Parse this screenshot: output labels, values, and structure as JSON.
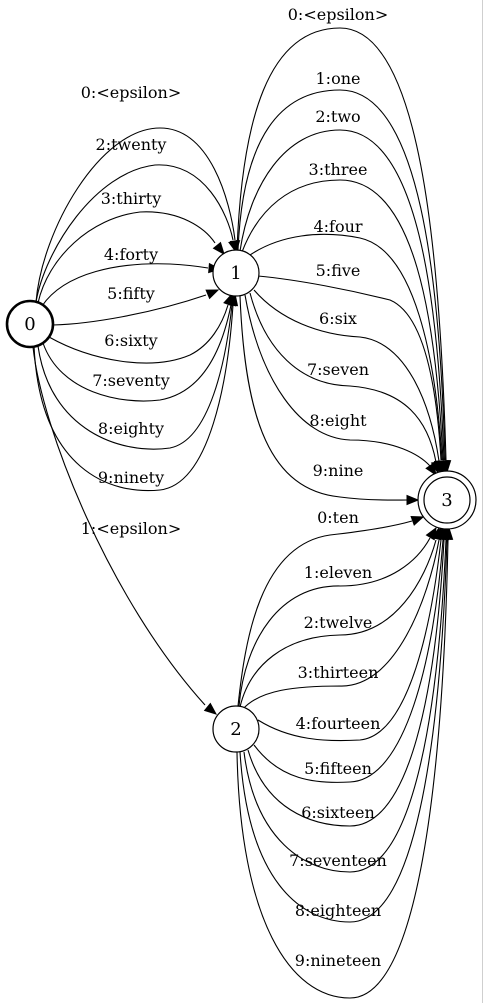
{
  "states": [
    {
      "id": "0",
      "label": "0",
      "start": true,
      "final": false
    },
    {
      "id": "1",
      "label": "1",
      "start": false,
      "final": false
    },
    {
      "id": "2",
      "label": "2",
      "start": false,
      "final": false
    },
    {
      "id": "3",
      "label": "3",
      "start": false,
      "final": true
    }
  ],
  "arcs": [
    {
      "from": "0",
      "to": "1",
      "label": "0:<epsilon>"
    },
    {
      "from": "0",
      "to": "1",
      "label": "2:twenty"
    },
    {
      "from": "0",
      "to": "1",
      "label": "3:thirty"
    },
    {
      "from": "0",
      "to": "1",
      "label": "4:forty"
    },
    {
      "from": "0",
      "to": "1",
      "label": "5:fifty"
    },
    {
      "from": "0",
      "to": "1",
      "label": "6:sixty"
    },
    {
      "from": "0",
      "to": "1",
      "label": "7:seventy"
    },
    {
      "from": "0",
      "to": "1",
      "label": "8:eighty"
    },
    {
      "from": "0",
      "to": "1",
      "label": "9:ninety"
    },
    {
      "from": "0",
      "to": "2",
      "label": "1:<epsilon>"
    },
    {
      "from": "1",
      "to": "3",
      "label": "0:<epsilon>"
    },
    {
      "from": "1",
      "to": "3",
      "label": "1:one"
    },
    {
      "from": "1",
      "to": "3",
      "label": "2:two"
    },
    {
      "from": "1",
      "to": "3",
      "label": "3:three"
    },
    {
      "from": "1",
      "to": "3",
      "label": "4:four"
    },
    {
      "from": "1",
      "to": "3",
      "label": "5:five"
    },
    {
      "from": "1",
      "to": "3",
      "label": "6:six"
    },
    {
      "from": "1",
      "to": "3",
      "label": "7:seven"
    },
    {
      "from": "1",
      "to": "3",
      "label": "8:eight"
    },
    {
      "from": "1",
      "to": "3",
      "label": "9:nine"
    },
    {
      "from": "2",
      "to": "3",
      "label": "0:ten"
    },
    {
      "from": "2",
      "to": "3",
      "label": "1:eleven"
    },
    {
      "from": "2",
      "to": "3",
      "label": "2:twelve"
    },
    {
      "from": "2",
      "to": "3",
      "label": "3:thirteen"
    },
    {
      "from": "2",
      "to": "3",
      "label": "4:fourteen"
    },
    {
      "from": "2",
      "to": "3",
      "label": "5:fifteen"
    },
    {
      "from": "2",
      "to": "3",
      "label": "6:sixteen"
    },
    {
      "from": "2",
      "to": "3",
      "label": "7:seventeen"
    },
    {
      "from": "2",
      "to": "3",
      "label": "8:eighteen"
    },
    {
      "from": "2",
      "to": "3",
      "label": "9:nineteen"
    }
  ]
}
